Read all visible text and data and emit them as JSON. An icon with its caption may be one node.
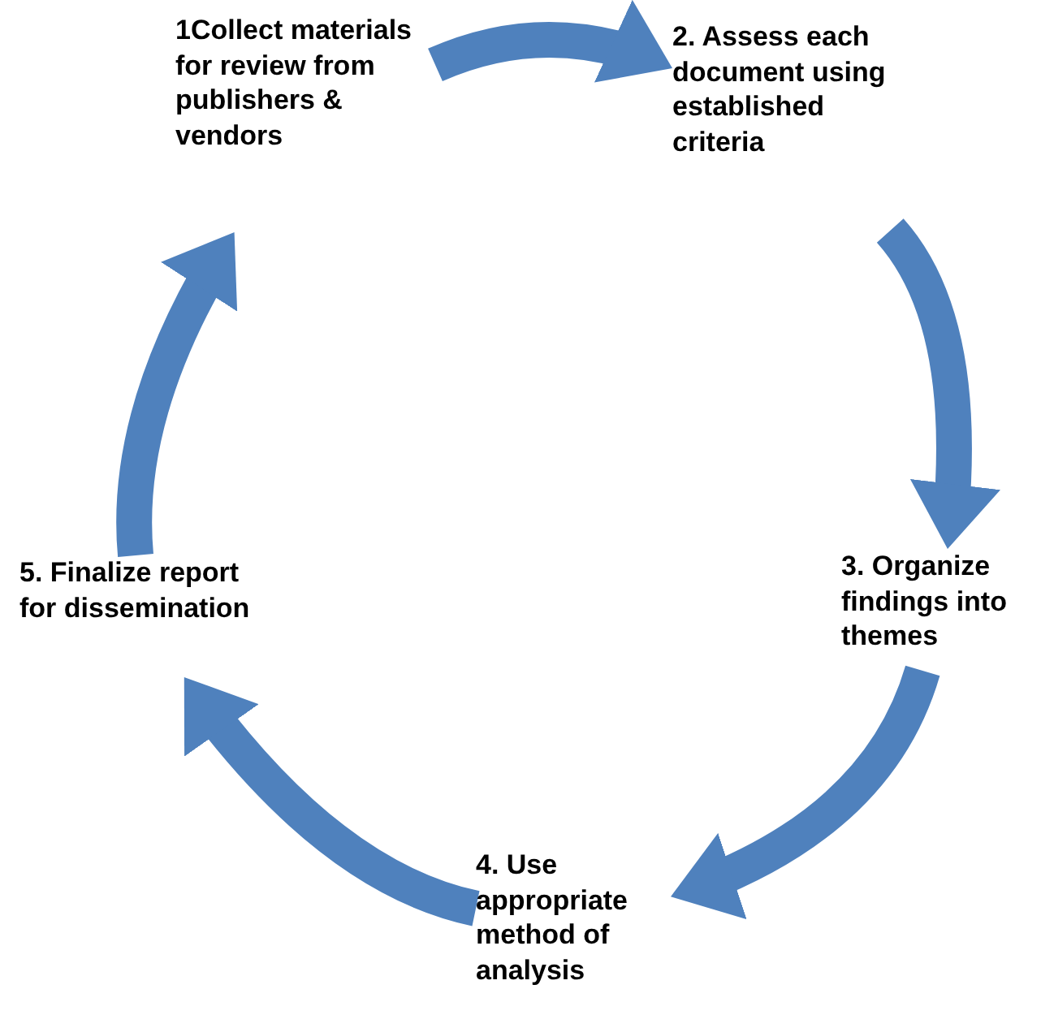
{
  "diagram": {
    "nodes": [
      {
        "text": [
          "1Collect materials for review from publishers & vendors"
        ]
      },
      {
        "text": [
          "2. Assess each document using established criteria"
        ]
      },
      {
        "text": [
          "3. Organize findings into themes"
        ]
      },
      {
        "text": [
          "4. Use appropriate method of analysis"
        ]
      },
      {
        "text": [
          "5. Finalize report for dissemination"
        ]
      }
    ],
    "edges": [
      {
        "from": 0,
        "to": 1,
        "arrow": "to"
      },
      {
        "from": 1,
        "to": 2,
        "arrow": "to"
      },
      {
        "from": 2,
        "to": 3,
        "arrow": "to"
      },
      {
        "from": 3,
        "to": 4,
        "arrow": "to"
      },
      {
        "from": 4,
        "to": 0,
        "arrow": "to"
      }
    ]
  }
}
